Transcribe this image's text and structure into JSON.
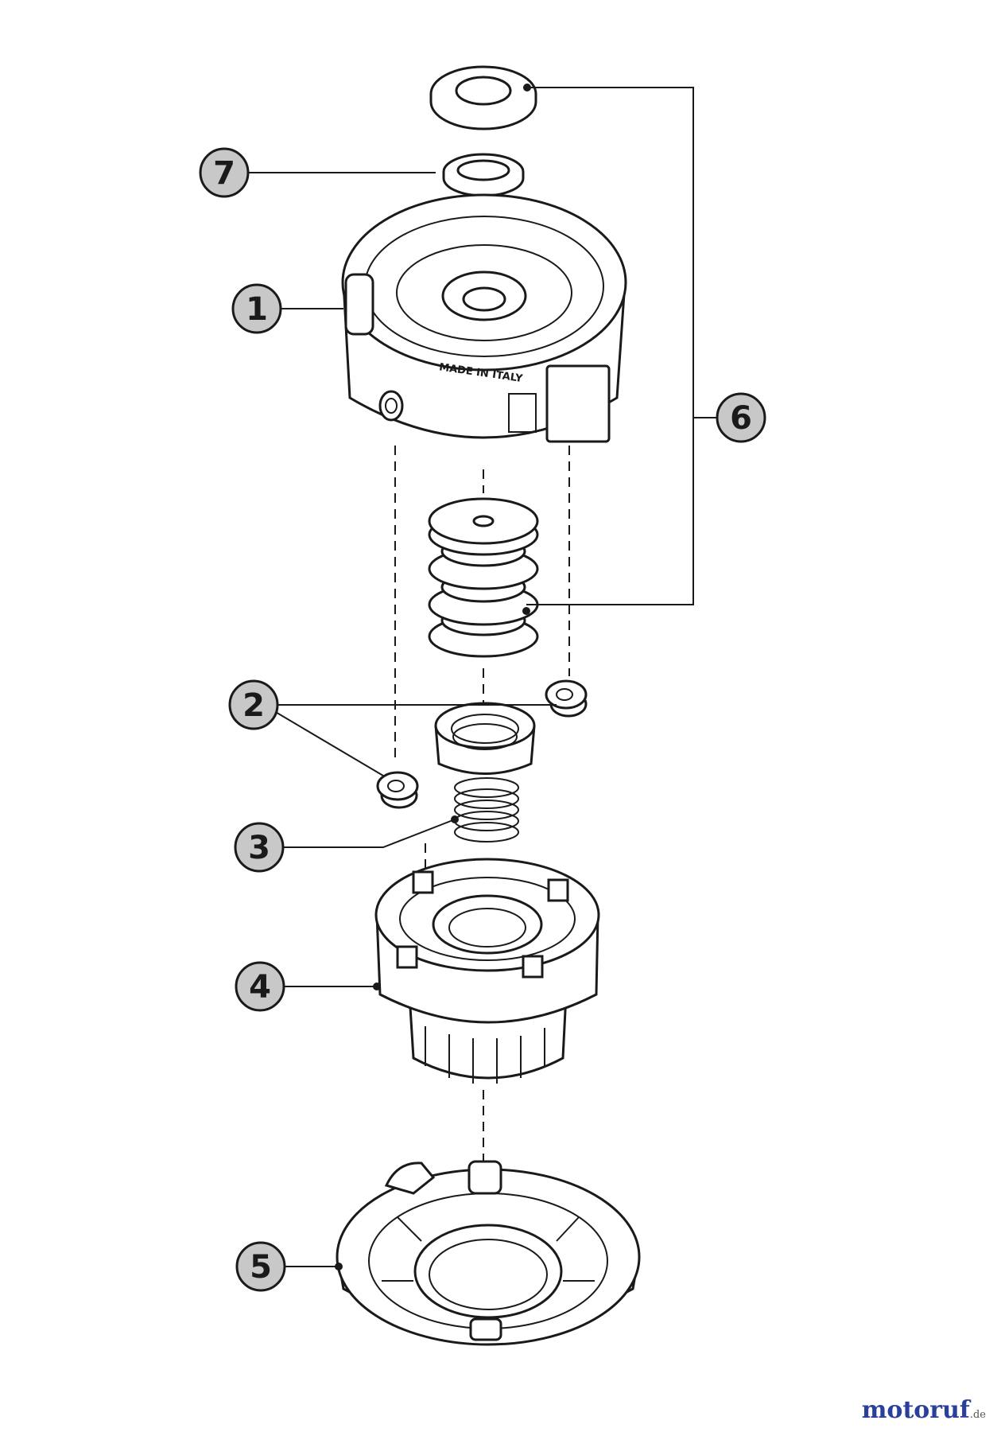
{
  "callouts": [
    {
      "id": "1",
      "part": "spool-housing-cover"
    },
    {
      "id": "2",
      "part": "line-eyelets"
    },
    {
      "id": "3",
      "part": "spring"
    },
    {
      "id": "4",
      "part": "bump-knob-base"
    },
    {
      "id": "5",
      "part": "base-plate"
    },
    {
      "id": "6",
      "part": "spool-kit"
    },
    {
      "id": "7",
      "part": "washer"
    }
  ],
  "stamp_text": "MADE IN ITALY",
  "watermark": {
    "brand": "motoruf",
    "suffix": ".de",
    "colors": [
      "#2a3f9a",
      "#c0392b",
      "#27ae60",
      "#f39c12"
    ]
  }
}
